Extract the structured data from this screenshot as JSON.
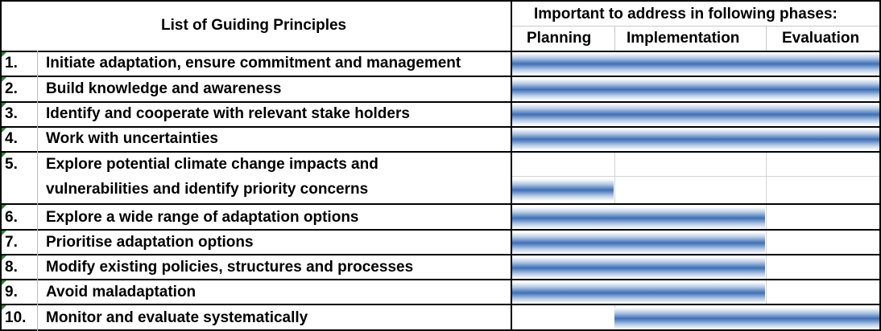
{
  "header": {
    "principles_title": "List of Guiding Principles",
    "phases_title": "Important to address in following phases:",
    "phases": [
      "Planning",
      "Implementation",
      "Evaluation"
    ]
  },
  "rows": [
    {
      "num": "1.",
      "text": "Initiate adaptation, ensure commitment and management",
      "phases": [
        "Planning",
        "Implementation",
        "Evaluation"
      ]
    },
    {
      "num": "2.",
      "text": "Build knowledge and awareness",
      "phases": [
        "Planning",
        "Implementation",
        "Evaluation"
      ]
    },
    {
      "num": "3.",
      "text": "Identify and cooperate with relevant stake holders",
      "phases": [
        "Planning",
        "Implementation",
        "Evaluation"
      ]
    },
    {
      "num": "4.",
      "text": "Work with uncertainties",
      "phases": [
        "Planning",
        "Implementation",
        "Evaluation"
      ]
    },
    {
      "num": "5.",
      "text": "Explore potential climate change impacts and",
      "text2": "vulnerabilities and identify priority concerns",
      "phases": [
        "Planning"
      ]
    },
    {
      "num": "6.",
      "text": "Explore a wide range of adaptation options",
      "phases": [
        "Planning",
        "Implementation"
      ]
    },
    {
      "num": "7.",
      "text": "Prioritise adaptation options",
      "phases": [
        "Planning",
        "Implementation"
      ]
    },
    {
      "num": "8.",
      "text": "Modify existing policies, structures and processes",
      "phases": [
        "Planning",
        "Implementation"
      ]
    },
    {
      "num": "9.",
      "text": "Avoid maladaptation",
      "phases": [
        "Planning",
        "Implementation"
      ]
    },
    {
      "num": "10.",
      "text": "Monitor and evaluate systematically",
      "phases": [
        "Implementation",
        "Evaluation"
      ]
    }
  ],
  "colors": {
    "bar": "#3d6fb8",
    "marker": "#1f8a3a",
    "border": "#000000"
  }
}
